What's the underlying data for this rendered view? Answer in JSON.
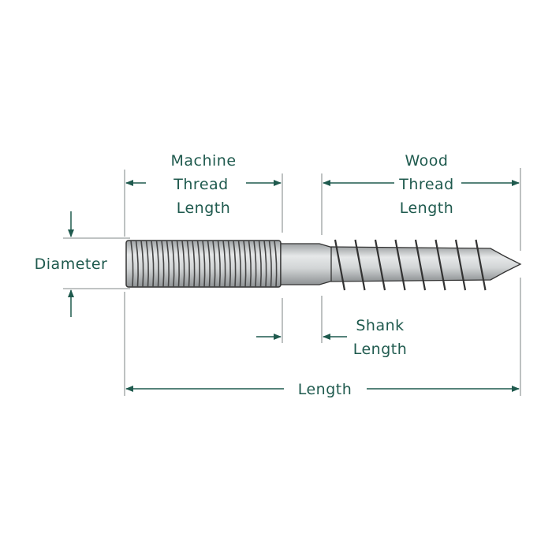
{
  "labels": {
    "machine_thread": [
      "Machine",
      "Thread",
      "Length"
    ],
    "wood_thread": [
      "Wood",
      "Thread",
      "Length"
    ],
    "diameter": "Diameter",
    "shank": [
      "Shank",
      "Length"
    ],
    "length": "Length"
  },
  "colors": {
    "label": "#1f5a4e",
    "screw": "#c9cccd"
  }
}
